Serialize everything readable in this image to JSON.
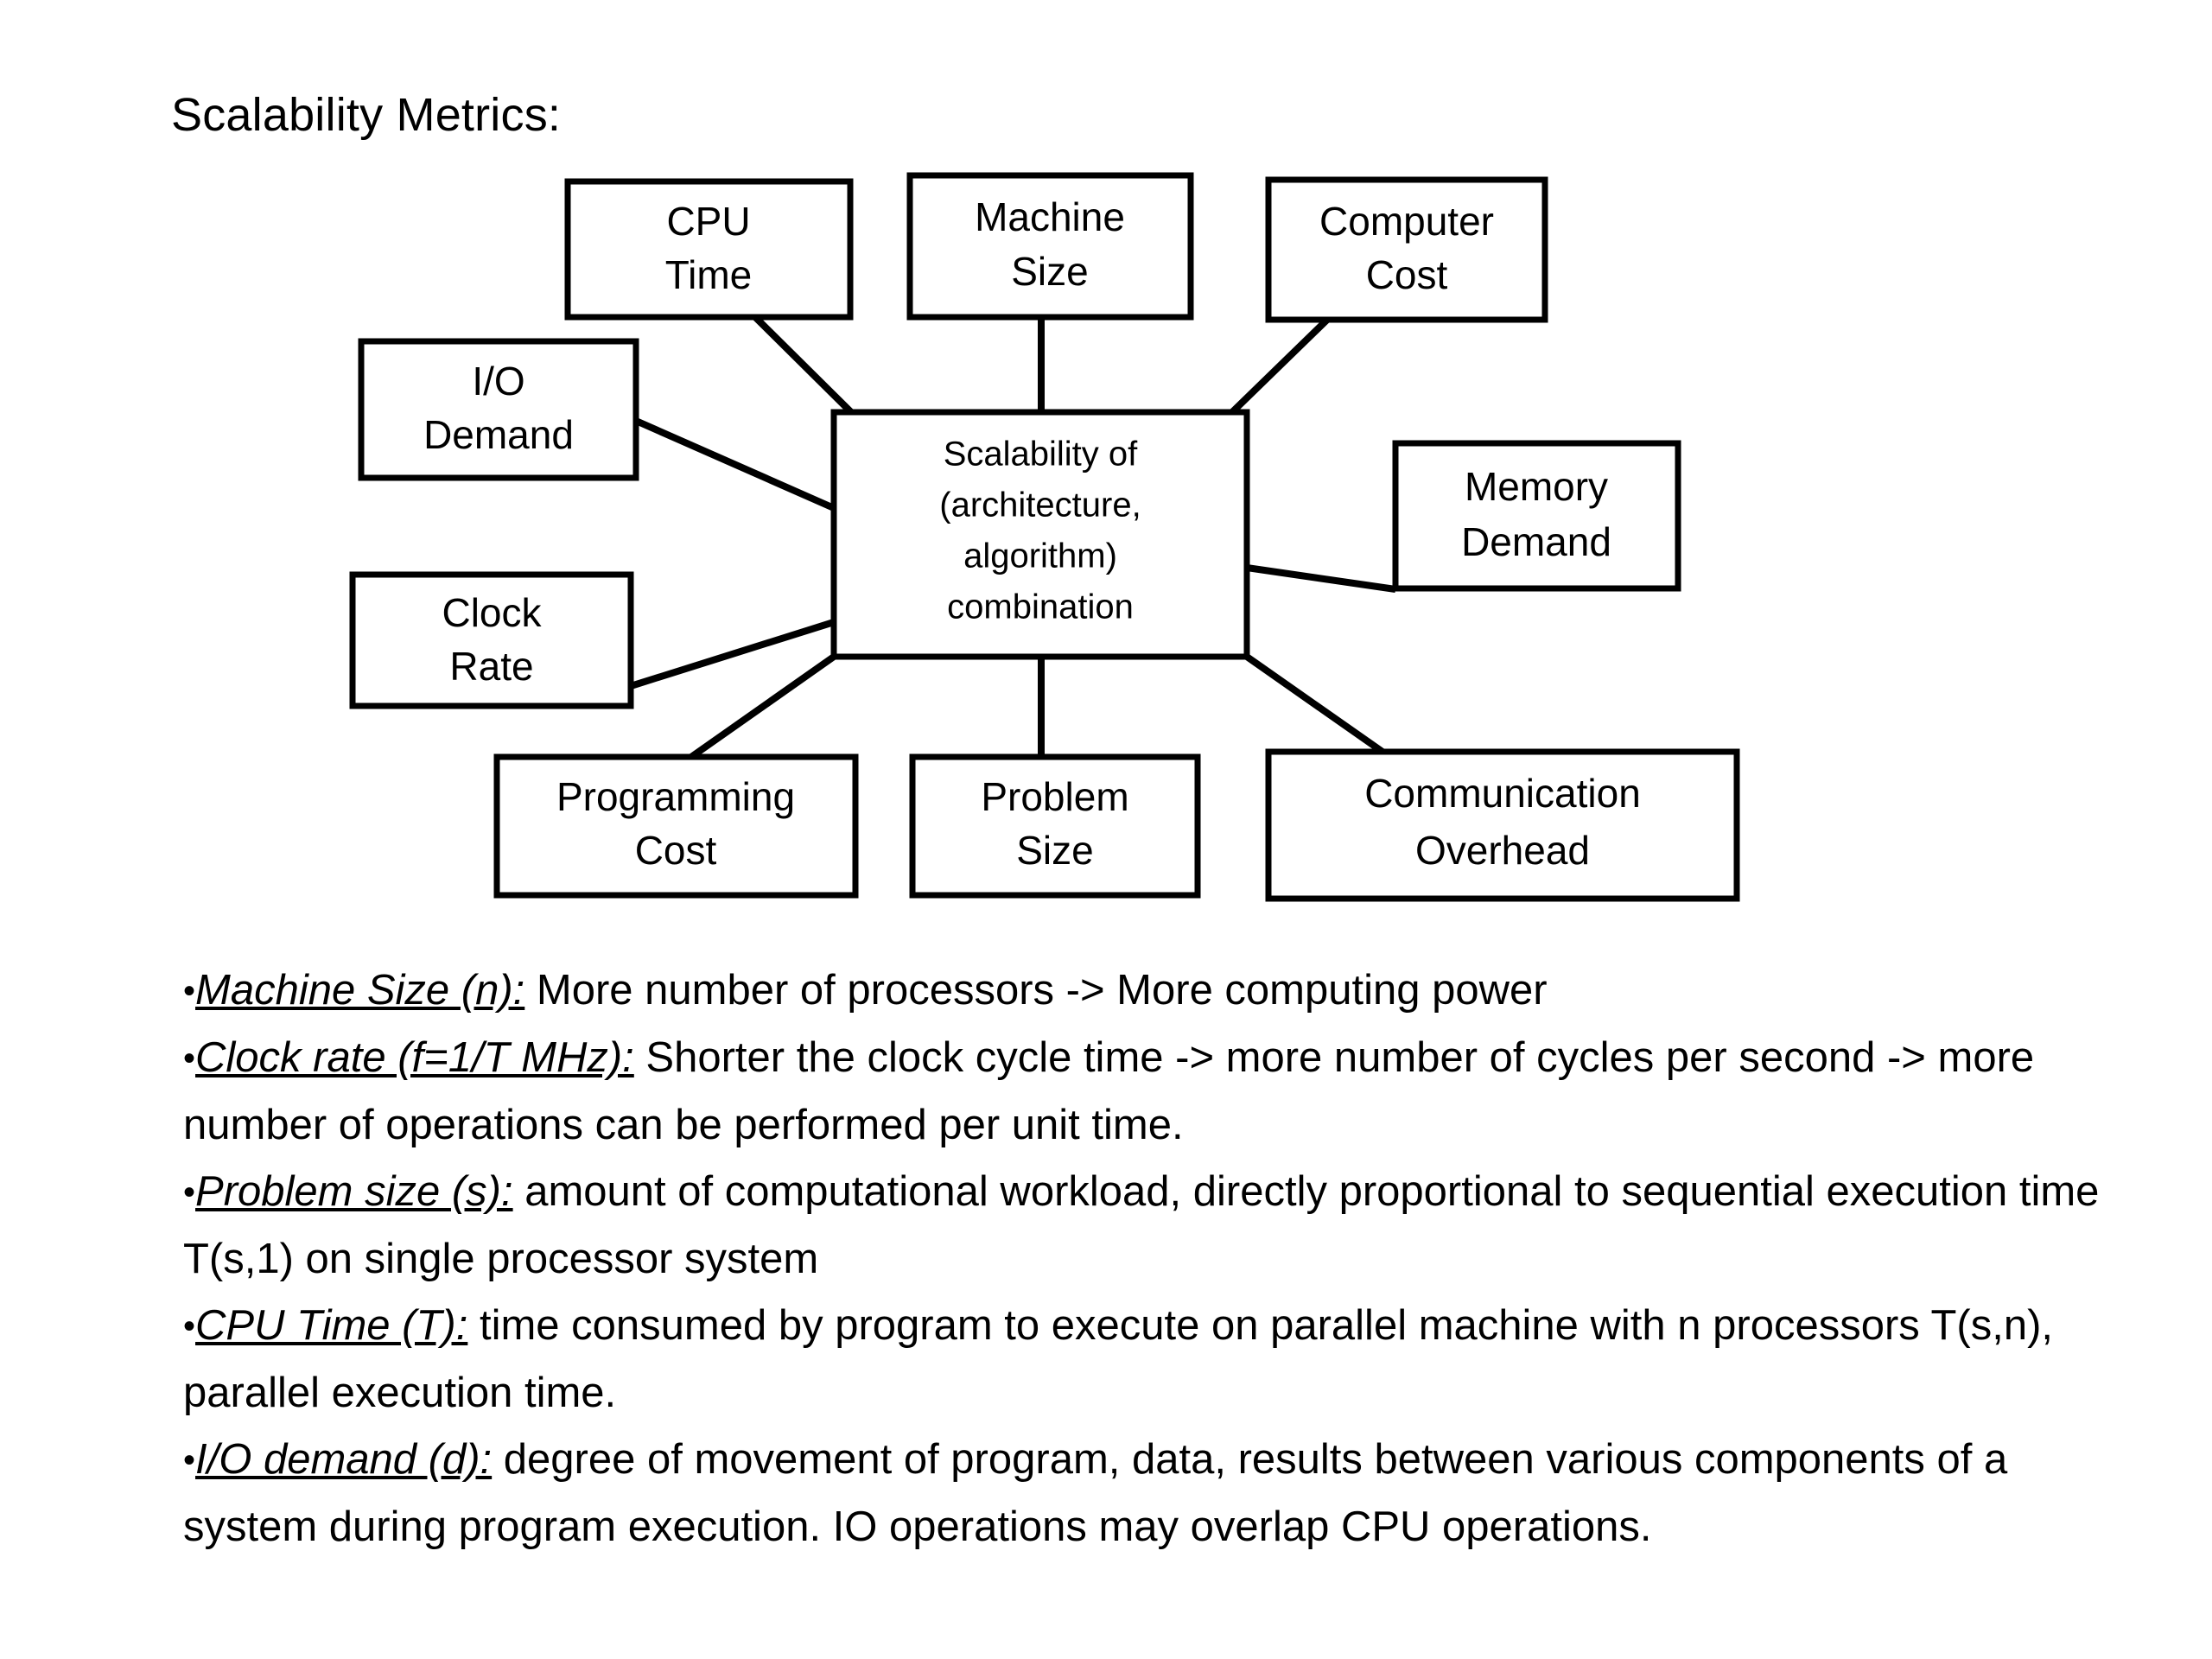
{
  "slide": {
    "title": "Scalability Metrics:",
    "background_color": "#ffffff",
    "text_color": "#000000"
  },
  "diagram": {
    "type": "hub-and-spoke",
    "center": {
      "name": "scalability-center",
      "lines": [
        "Scalability of",
        "(architecture,",
        "algorithm)",
        "combination"
      ]
    },
    "nodes": [
      {
        "id": "cpu-time",
        "lines": [
          "CPU",
          "Time"
        ]
      },
      {
        "id": "machine-size",
        "lines": [
          "Machine",
          "Size"
        ]
      },
      {
        "id": "computer-cost",
        "lines": [
          "Computer",
          "Cost"
        ]
      },
      {
        "id": "io-demand",
        "lines": [
          "I/O",
          "Demand"
        ]
      },
      {
        "id": "memory-demand",
        "lines": [
          "Memory",
          "Demand"
        ]
      },
      {
        "id": "clock-rate",
        "lines": [
          "Clock",
          "Rate"
        ]
      },
      {
        "id": "programming-cost",
        "lines": [
          "Programming",
          "Cost"
        ]
      },
      {
        "id": "problem-size",
        "lines": [
          "Problem",
          "Size"
        ]
      },
      {
        "id": "communication-overhead",
        "lines": [
          "Communication",
          "Overhead"
        ]
      }
    ],
    "edges": [
      "cpu-time -> scalability-center",
      "machine-size -> scalability-center",
      "computer-cost -> scalability-center",
      "io-demand -> scalability-center",
      "memory-demand -> scalability-center",
      "clock-rate -> scalability-center",
      "programming-cost -> scalability-center",
      "problem-size -> scalability-center",
      "communication-overhead -> scalability-center"
    ]
  },
  "bullets": [
    {
      "lead": "Machine Size (n):",
      "body": " More number of processors -> More computing power"
    },
    {
      "lead": "Clock rate (f=1/T MHz):",
      "body": " Shorter the clock cycle time -> more number of cycles per second -> more number of operations can be performed per unit time."
    },
    {
      "lead": "Problem size (s):",
      "body": " amount of computational workload, directly proportional to sequential execution time T(s,1) on single processor system"
    },
    {
      "lead": "CPU Time (T):",
      "body": " time consumed by program to execute on parallel machine with n processors T(s,n), parallel execution time."
    },
    {
      "lead": "I/O demand (d):",
      "body": " degree of movement of program, data, results between various components of a system during program execution. IO operations may overlap CPU operations."
    }
  ],
  "bullet_marker": "•"
}
